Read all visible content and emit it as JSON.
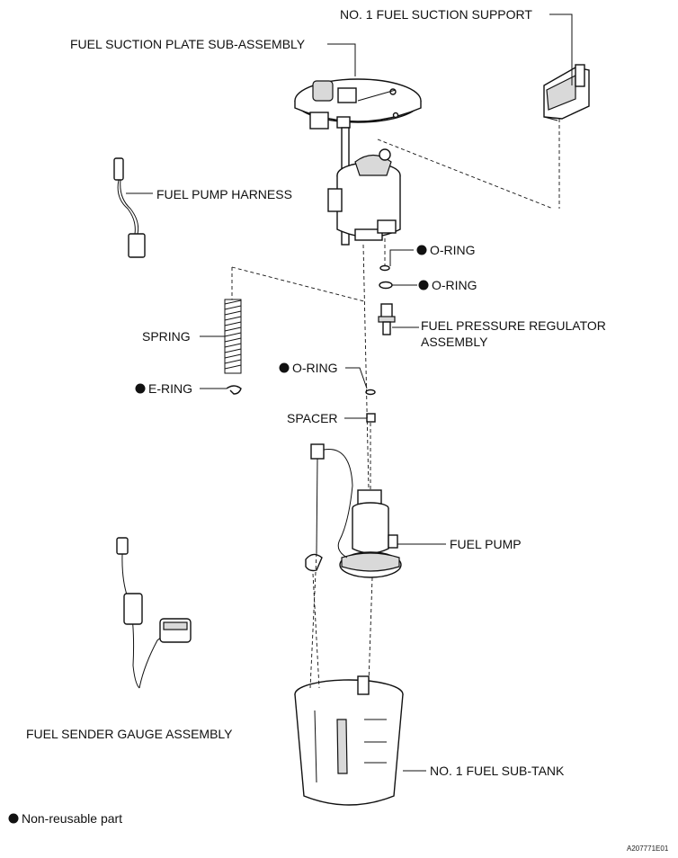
{
  "labels": {
    "support": "NO. 1 FUEL SUCTION SUPPORT",
    "plate": "FUEL SUCTION PLATE SUB-ASSEMBLY",
    "harness": "FUEL PUMP HARNESS",
    "oring1": "O-RING",
    "oring2": "O-RING",
    "regulator_line1": "FUEL PRESSURE REGULATOR",
    "regulator_line2": "ASSEMBLY",
    "spring": "SPRING",
    "ering": "E-RING",
    "oring3": "O-RING",
    "spacer": "SPACER",
    "pump": "FUEL PUMP",
    "gauge": "FUEL SENDER GAUGE ASSEMBLY",
    "subtank": "NO. 1 FUEL SUB-TANK",
    "legend": "Non-reusable part",
    "figure_code": "A207771E01"
  }
}
